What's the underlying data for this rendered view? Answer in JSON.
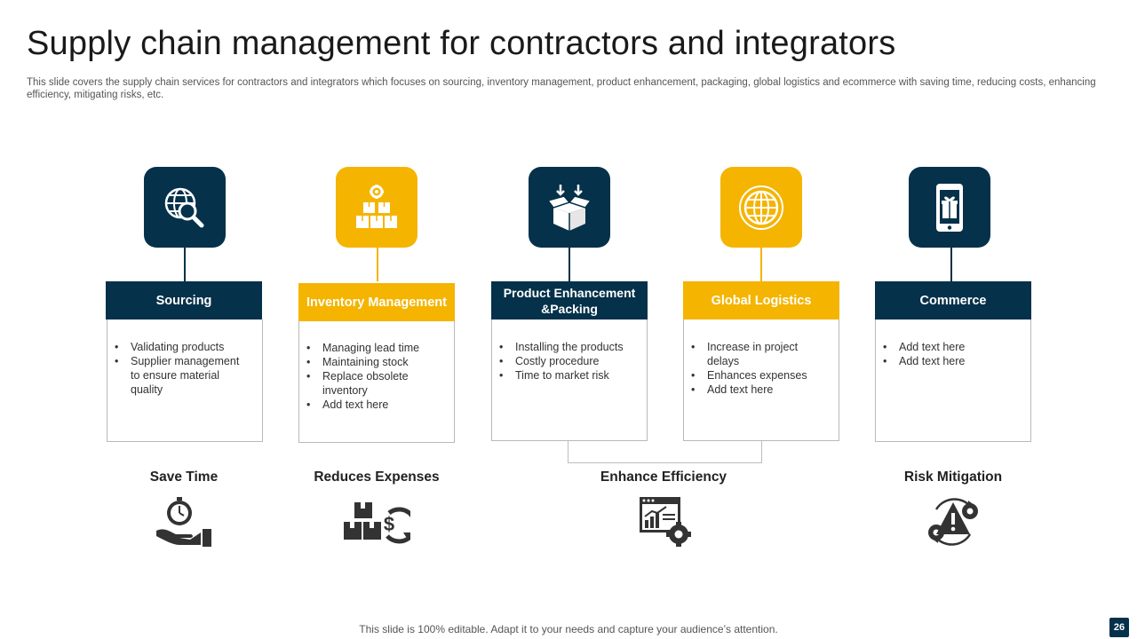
{
  "slide": {
    "title": "Supply chain management for contractors and integrators",
    "subtitle": "This slide covers the supply chain services for contractors and integrators which focuses on sourcing, inventory management, product enhancement, packaging, global logistics and ecommerce with saving time, reducing costs, enhancing efficiency, mitigating risks, etc.",
    "footer": "This slide is 100% editable. Adapt it to your needs and capture your audience’s attention.",
    "page_number": "26"
  },
  "colors": {
    "navy": "#05314a",
    "gold": "#f5b400",
    "icon_dark": "#333333"
  },
  "cards": [
    {
      "title": "Sourcing",
      "icon": "globe-search-icon",
      "items": [
        "Validating products",
        "Supplier management to ensure material quality"
      ]
    },
    {
      "title": "Inventory Management",
      "icon": "inventory-boxes-gear-icon",
      "items": [
        "Managing lead time",
        "Maintaining stock",
        "Replace obsolete inventory",
        "Add text here"
      ]
    },
    {
      "title": "Product Enhancement &Packing",
      "icon": "open-box-icon",
      "items": [
        "Installing the products",
        "Costly procedure",
        "Time to market risk"
      ]
    },
    {
      "title": "Global Logistics",
      "icon": "globe-icon",
      "items": [
        "Increase in project delays",
        "Enhances expenses",
        "Add text here"
      ]
    },
    {
      "title": "Commerce",
      "icon": "mobile-gift-icon",
      "items": [
        "Add text here",
        "Add text here"
      ]
    }
  ],
  "benefits": [
    {
      "label": "Save Time",
      "icon": "clock-hand-icon"
    },
    {
      "label": "Reduces Expenses",
      "icon": "boxes-dollar-icon"
    },
    {
      "label": "Enhance Efficiency",
      "icon": "dashboard-gear-icon"
    },
    {
      "label": "Risk Mitigation",
      "icon": "risk-gears-icon"
    }
  ]
}
